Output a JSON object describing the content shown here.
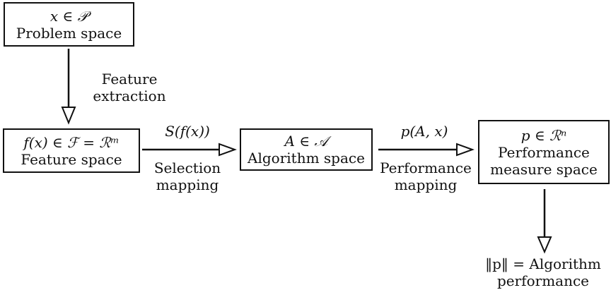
{
  "boxes": {
    "problem": {
      "math": "x ∈ 𝒫",
      "text": "Problem space"
    },
    "feature": {
      "math": "f(x) ∈ ℱ = ℛᵐ",
      "text": "Feature space"
    },
    "algorithm": {
      "math": "A ∈ 𝒜",
      "text": "Algorithm space"
    },
    "performance": {
      "math": "p ∈ ℛⁿ",
      "text_line1": "Performance",
      "text_line2": "measure space"
    }
  },
  "edges": {
    "extraction": {
      "line1": "Feature",
      "line2": "extraction"
    },
    "selection": {
      "math": "S(f(x))",
      "line1": "Selection",
      "line2": "mapping"
    },
    "perf_mapping": {
      "math": "p(A, x)",
      "line1": "Performance",
      "line2": "mapping"
    },
    "output": {
      "line1": "‖p‖ = Algorithm",
      "line2": "performance"
    }
  }
}
